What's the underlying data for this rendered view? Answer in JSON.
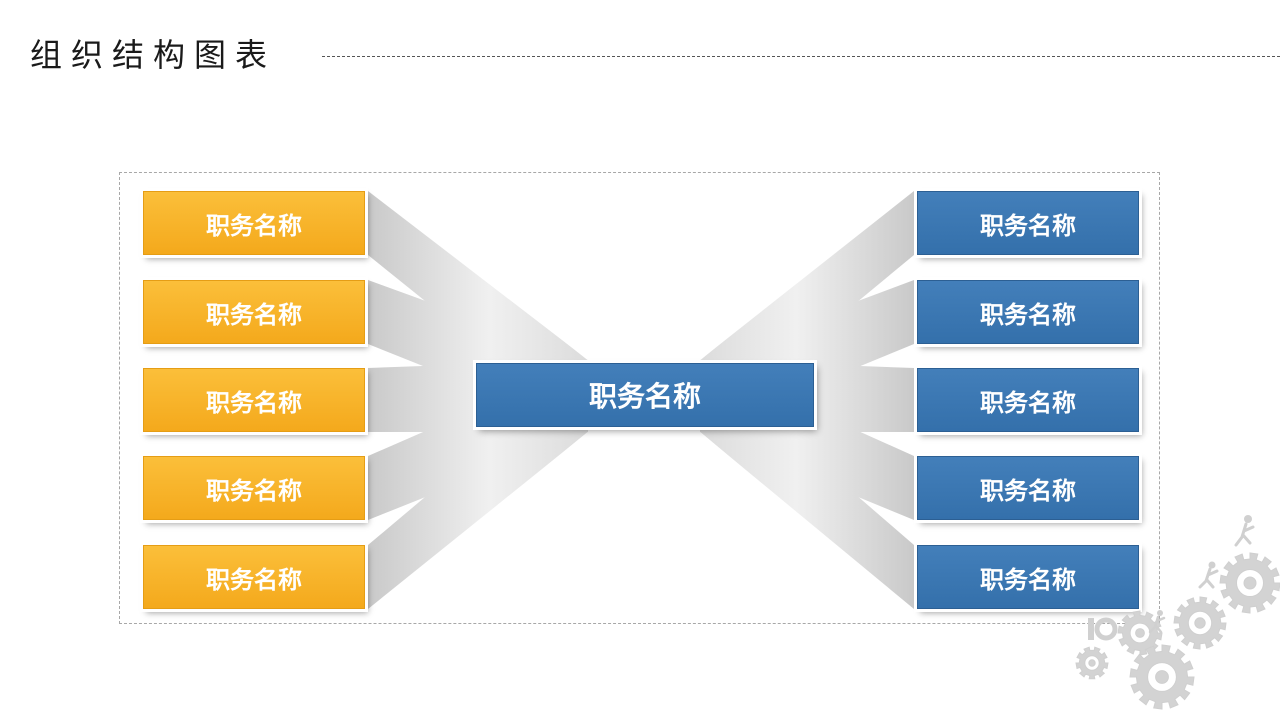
{
  "title": "组织结构图表",
  "center": {
    "label": "职务名称",
    "color": "#3a76b4"
  },
  "left_items": [
    {
      "label": "职务名称"
    },
    {
      "label": "职务名称"
    },
    {
      "label": "职务名称"
    },
    {
      "label": "职务名称"
    },
    {
      "label": "职务名称"
    }
  ],
  "right_items": [
    {
      "label": "职务名称"
    },
    {
      "label": "职务名称"
    },
    {
      "label": "职务名称"
    },
    {
      "label": "职务名称"
    },
    {
      "label": "职务名称"
    }
  ],
  "colors": {
    "left_box": "#f7b12a",
    "right_box": "#3a76b4",
    "beam": "#d4d4d4"
  },
  "decoration": {
    "icon": "gears-with-runners-icon"
  }
}
